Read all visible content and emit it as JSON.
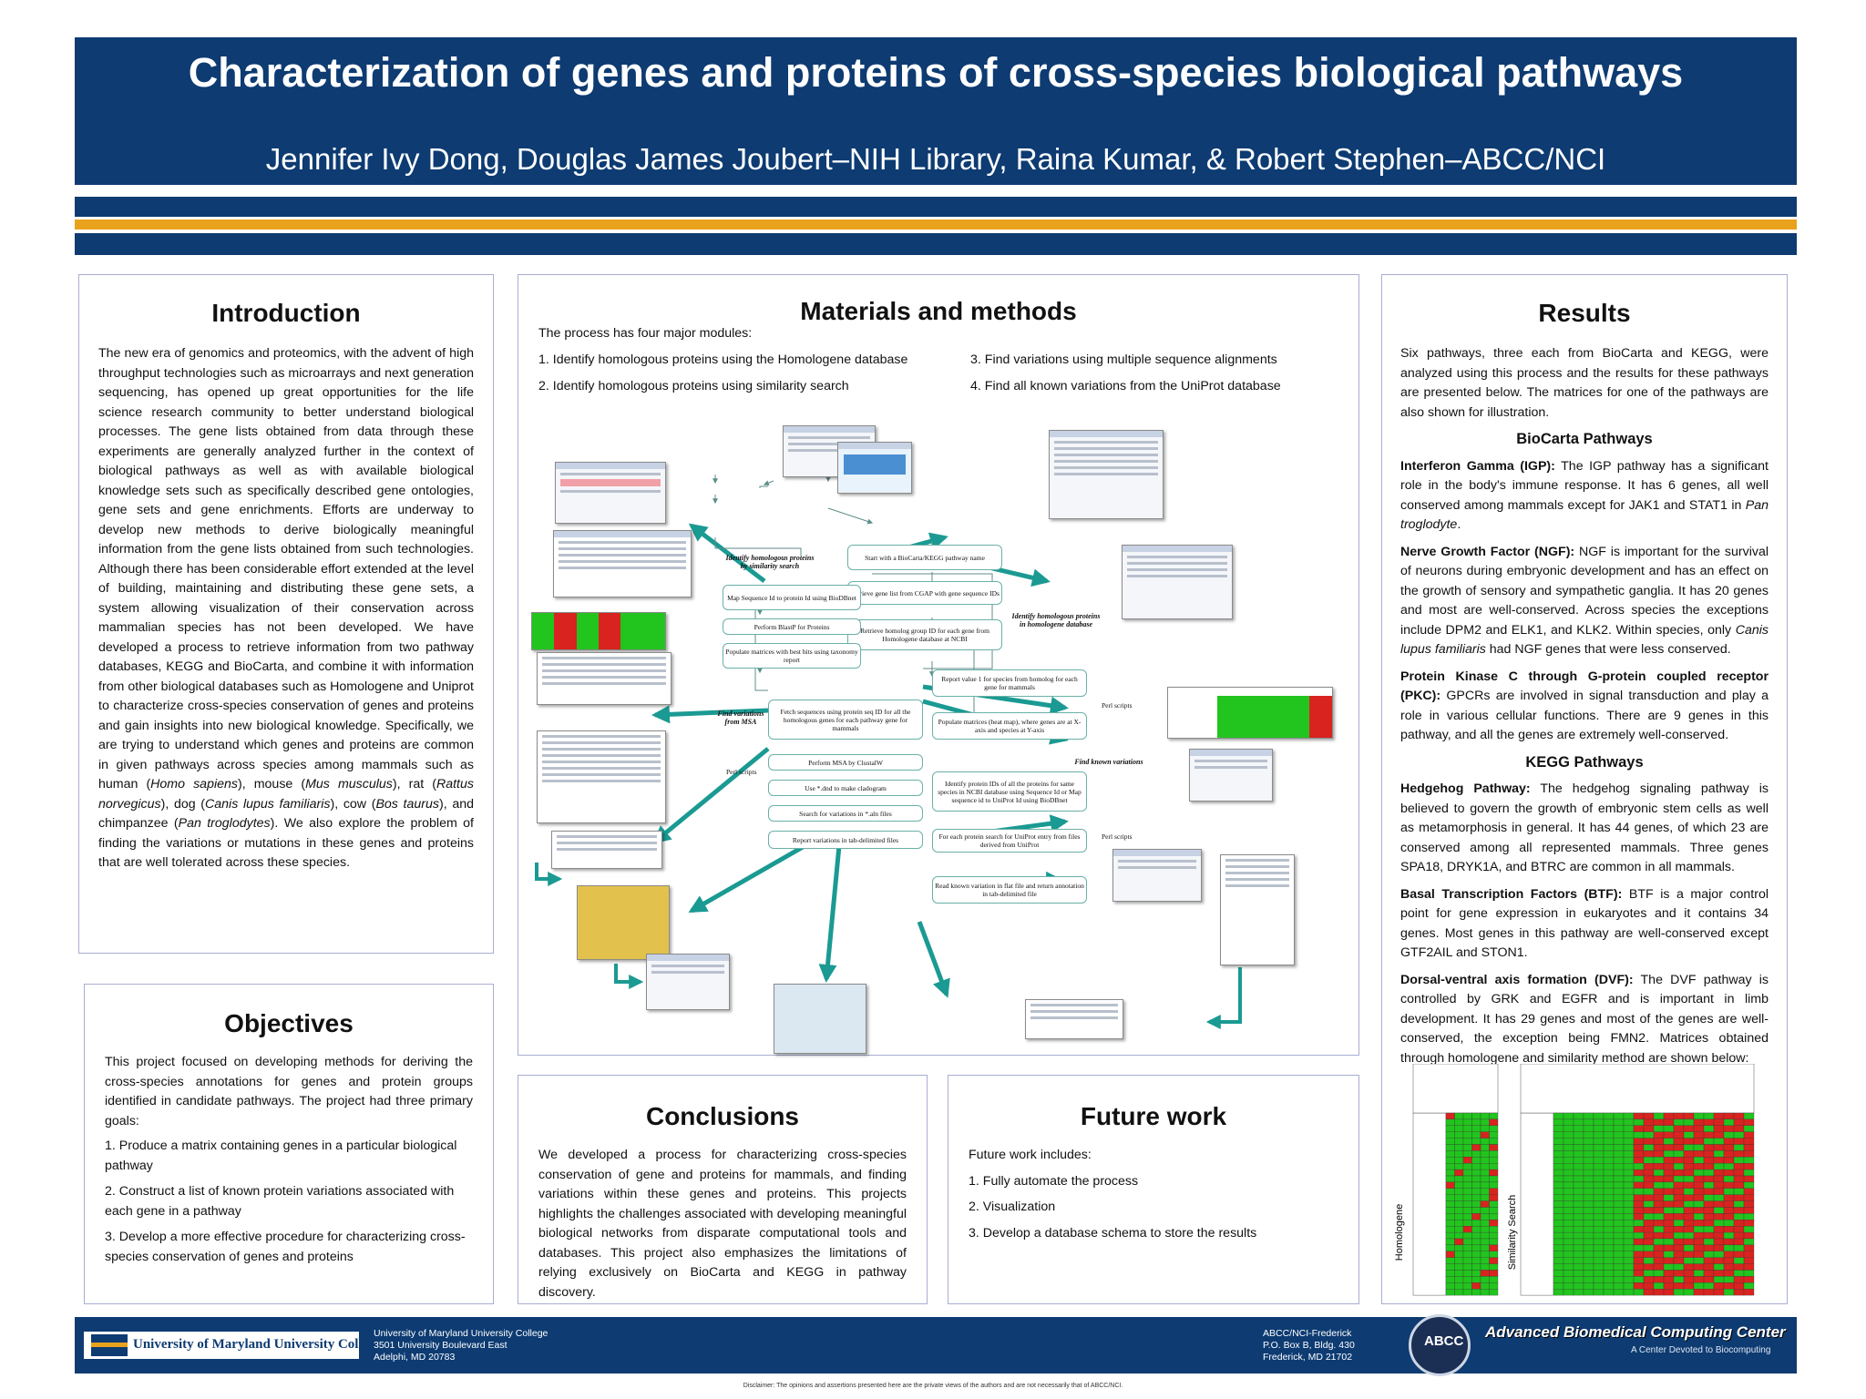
{
  "poster": {
    "title": "Characterization of genes and proteins of cross-species biological pathways",
    "authors": "Jennifer Ivy Dong, Douglas James Joubert–NIH Library, Raina Kumar, & Robert Stephen–ABCC/NCI"
  },
  "colors": {
    "navy": "#0d3b72",
    "gold": "#e9a21c",
    "teal": "#1a9a92",
    "green": "#22c41e",
    "red": "#d8231f"
  },
  "introduction": {
    "heading": "Introduction",
    "text_a": "The new era of genomics and proteomics, with the advent of high throughput technologies such as microarrays and next generation sequencing, has opened up great opportunities for the life science research community to better understand biological processes. The gene lists obtained from data through these experiments are generally analyzed further in the context of biological pathways as well as with available biological knowledge sets such as specifically described gene ontologies, gene sets and gene enrichments. Efforts are underway to develop new methods to derive biologically meaningful information from the gene lists obtained from such technologies. Although there has been considerable effort extended at the level of building, maintaining and distributing these gene sets, a system allowing visualization of their conservation across mammalian species has not been developed. We have developed a process to retrieve information from two pathway databases, KEGG and BioCarta, and combine it with information from other biological databases such as Homologene and Uniprot to characterize cross-species conservation of genes and proteins and gain insights into new biological knowledge. Specifically, we are trying to understand which genes and proteins are common in given pathways across species among mammals such as human (",
    "sp_human": "Homo sapiens",
    "t_mouse": "), mouse (",
    "sp_mouse": "Mus musculus",
    "t_rat": "), rat (",
    "sp_rat": "Rattus norvegicus",
    "t_dog": "), dog (",
    "sp_dog": "Canis lupus familiaris",
    "t_cow": "), cow (",
    "sp_cow": "Bos taurus",
    "t_chimp": "), and chimpanzee (",
    "sp_chimp": "Pan troglodytes",
    "text_end": "). We also explore the problem of finding the variations or mutations in these genes and proteins that are well tolerated across these species."
  },
  "objectives": {
    "heading": "Objectives",
    "text": "This project focused on developing methods for deriving the cross-species annotations for genes and protein groups identified in candidate pathways. The project had three primary goals:",
    "goals": [
      "1.  Produce a matrix containing genes in a particular biological pathway",
      "2.  Construct a list of known protein variations associated with each gene in a pathway",
      "3.  Develop a more effective procedure for characterizing cross-species conservation of genes and proteins"
    ]
  },
  "methods": {
    "heading": "Materials and methods",
    "intro": "The process has four major modules:",
    "modules": [
      "1.  Identify homologous proteins using the Homologene database",
      "2.  Identify homologous proteins using similarity search",
      "3.  Find variations using multiple sequence alignments",
      "4.  Find all known variations from the UniProt database"
    ],
    "flow": {
      "start": "Start with a BioCarta/KEGG pathway name",
      "retrieve_gene": "Retrieve gene list from CGAP with gene sequence IDs",
      "retrieve_homolog": "Retrieve homolog group ID for each gene from Homologene database at NCBI",
      "report_value": "Report value 1 for species from homolog for each gene for mammals",
      "populate_heat": "Populate matrices (heat map), where genes are at X-axis and species at Y-axis",
      "identify_ids": "Identify protein IDs of all the proteins for same species in NCBI database using Sequence Id or Map sequence id to UniProt Id using BioDBnet",
      "uniprot_search": "For each protein search for UniProt entry from files derived from UniProt",
      "read_variation": "Read known variation in flat file and return annotation in tab-delimited file",
      "map_seq": "Map Sequence Id to protein Id using BioDBnet",
      "blastp": "Perform BlastP for Proteins",
      "populate_best": "Populate matrices with best hits using taxonomy report",
      "fetch_seq": "Fetch sequences using protein seq ID for all the homologous genes for each pathway gene for mammals",
      "msa": "Perform MSA by ClustalW",
      "dnd": "Use *.dnd to make cladogram",
      "search_aln": "Search for variations in *.aln files",
      "report_var": "Report variations in tab-delimited files",
      "label_similarity": "Identify homologous proteins by similarity search",
      "label_homologene": "Identify homologous proteins in homologene database",
      "label_msa": "Find variations from MSA",
      "label_known": "Find known variations",
      "perl": "Perl scripts"
    }
  },
  "conclusions": {
    "heading": "Conclusions",
    "text": "We developed a process for characterizing cross-species conservation of gene and proteins for mammals, and finding variations within these genes and proteins. This projects highlights the challenges associated with developing meaningful biological networks from disparate computational tools and databases. This project also emphasizes the limitations of relying exclusively on BioCarta and KEGG in pathway discovery."
  },
  "future": {
    "heading": "Future work",
    "intro": "Future work includes:",
    "items": [
      "1.  Fully automate the process",
      "2.  Visualization",
      "3.  Develop a database schema to store the results"
    ]
  },
  "results": {
    "heading": "Results",
    "intro": "Six pathways, three each from BioCarta and KEGG, were analyzed using this process and the results for these pathways are presented below. The matrices for one of the pathways are also shown for illustration.",
    "biocarta_heading": "BioCarta Pathways",
    "igp_label": "Interferon Gamma (IGP):",
    "igp_text": " The IGP pathway has a significant role in the body's immune response. It has 6 genes, all well conserved among mammals except for JAK1 and STAT1 in ",
    "igp_species": "Pan troglodyte",
    "ngf_label": "Nerve Growth Factor (NGF):",
    "ngf_text": " NGF is important for the survival of neurons during embryonic development and has an effect on the growth of sensory and sympathetic ganglia. It has 20 genes and most are well-conserved. Across species the exceptions include DPM2 and ELK1, and KLK2. Within species, only ",
    "ngf_species": "Canis lupus familiaris",
    "ngf_end": " had NGF genes that were less conserved.",
    "pkc_label": "Protein Kinase C through G-protein coupled receptor (PKC):",
    "pkc_text": " GPCRs are involved in signal transduction and play a role in various cellular functions. There are 9 genes in this pathway, and all the genes are extremely well-conserved.",
    "kegg_heading": "KEGG Pathways",
    "hh_label": "Hedgehog Pathway:",
    "hh_text": " The hedgehog signaling pathway is believed to govern the growth of embryonic stem cells as well as metamorphosis in general. It has 44 genes, of which 23 are conserved among all represented mammals. Three genes SPA18, DRYK1A, and BTRC are common in all mammals.",
    "btf_label": "Basal Transcription Factors (BTF):",
    "btf_text": " BTF is a major control point for gene expression in eukaryotes and it contains 34 genes. Most genes in this pathway are well-conserved except GTF2AIL and STON1.",
    "dvf_label": "Dorsal-ventral axis formation (DVF):",
    "dvf_text": " The DVF pathway is controlled by GRK and EGFR and is important in limb development. It has 29 genes and most of the genes are well-conserved, the exception being FMN2. Matrices obtained through homologene and similarity method are shown below:",
    "homologene_label": "Homologene",
    "similarity_label": "Similarity Search"
  },
  "footer": {
    "umuc_name": "University of Maryland University College",
    "umuc_address": [
      "University of Maryland University College",
      "3501 University Boulevard East",
      "Adelphi, MD 20783"
    ],
    "abcc_address": [
      "ABCC/NCI-Frederick",
      "P.O. Box B, Bldg. 430",
      "Frederick, MD 21702"
    ],
    "abcc_logo": "ABCC",
    "abcc_name": "Advanced Biomedical Computing Center",
    "abcc_tagline": "A Center Devoted to Biocomputing",
    "disclaimer": "Disclaimer: The opinions and assertions presented here are the private views of the authors and are not necessarily that of ABCC/NCI."
  }
}
